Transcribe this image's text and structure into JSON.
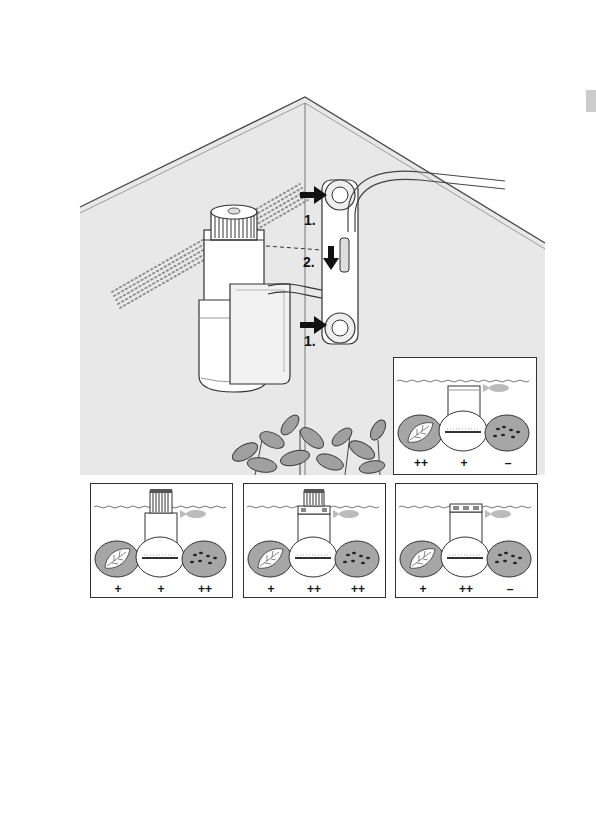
{
  "diagram": {
    "nodes": [
      {
        "text": [
          "++",
          "+",
          "–"
        ]
      },
      {
        "text": [
          "+",
          "+",
          "++"
        ]
      },
      {
        "text": [
          "+",
          "++",
          "++"
        ]
      },
      {
        "text": [
          "+",
          "++",
          "–"
        ]
      }
    ],
    "labels": [
      "1.",
      "2.",
      "1."
    ]
  }
}
